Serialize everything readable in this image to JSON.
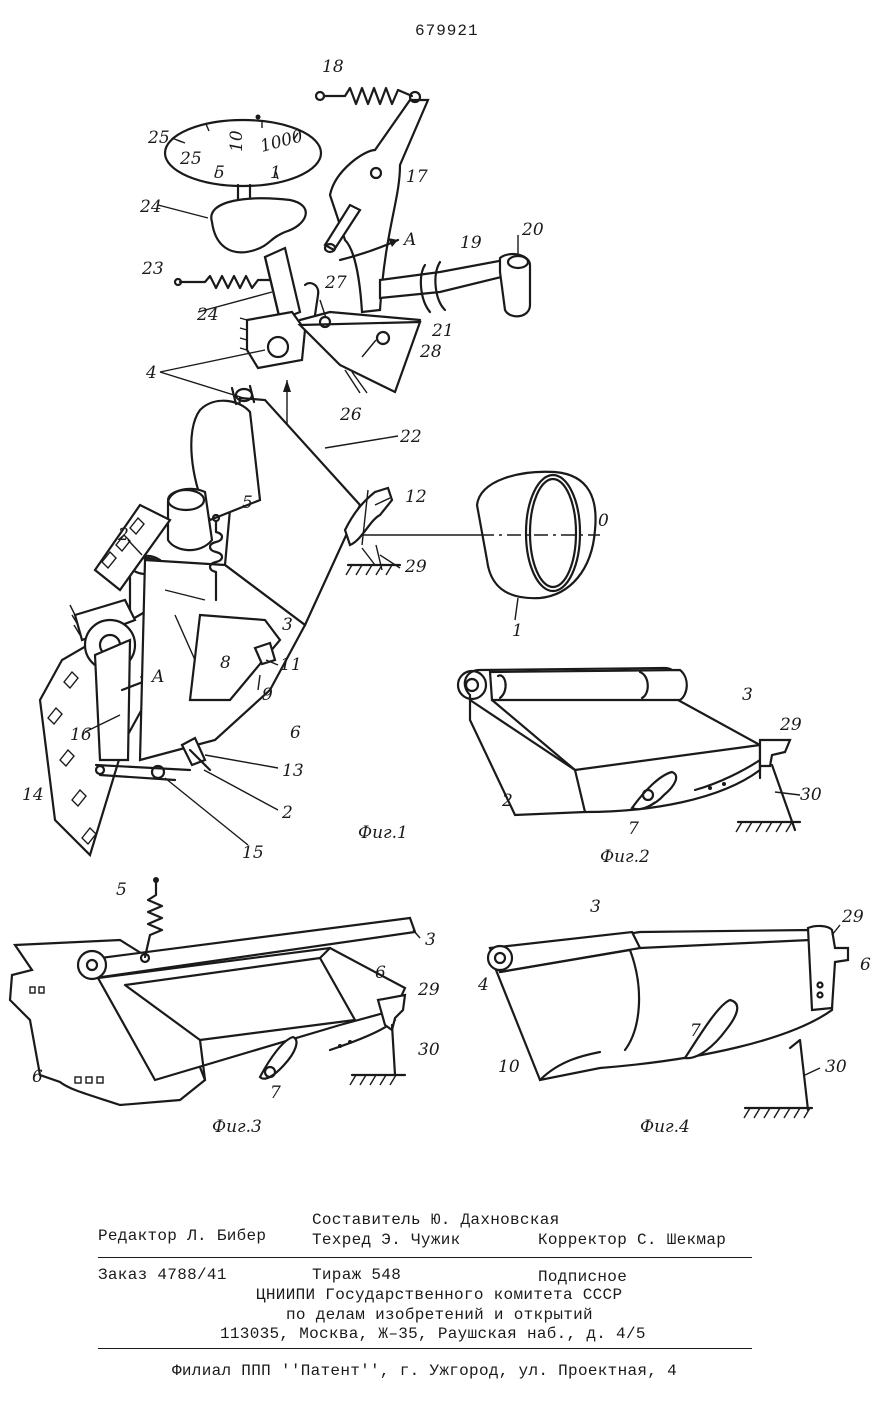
{
  "doc_number": "679921",
  "figures": {
    "fig1": {
      "caption": "Фиг.1",
      "labels": [
        "18",
        "25",
        "25",
        "5",
        "1",
        "10",
        "1000",
        "17",
        "24",
        "A",
        "19",
        "20",
        "23",
        "27",
        "24",
        "21",
        "28",
        "4",
        "26",
        "22",
        "12",
        "0",
        "29",
        "5",
        "2",
        "3",
        "1",
        "8",
        "11",
        "9",
        "6",
        "A",
        "16",
        "13",
        "14",
        "2",
        "15"
      ]
    },
    "fig2": {
      "caption": "Фиг.2",
      "labels": [
        "3",
        "29",
        "30",
        "2",
        "7"
      ]
    },
    "fig3": {
      "caption": "Фиг.3",
      "labels": [
        "5",
        "3",
        "6",
        "29",
        "6",
        "30",
        "7"
      ]
    },
    "fig4": {
      "caption": "Фиг.4",
      "labels": [
        "3",
        "29",
        "4",
        "6",
        "7",
        "10",
        "30"
      ]
    }
  },
  "imprint": {
    "compiler": "Составитель Ю. Дахновская",
    "editor": "Редактор Л. Бибер",
    "techred": "Техред Э. Чужик",
    "corrector": "Корректор С. Шекмар",
    "order": "Заказ 4788/41",
    "circulation": "Тираж 548",
    "subscription": "Подписное",
    "org1": "ЦНИИПИ Государственного комитета СССР",
    "org2": "по делам изобретений и открытий",
    "address": "113035, Москва, Ж–35, Раушская наб., д. 4/5",
    "branch": "Филиал ППП ''Патент'', г. Ужгород, ул. Проектная, 4"
  }
}
